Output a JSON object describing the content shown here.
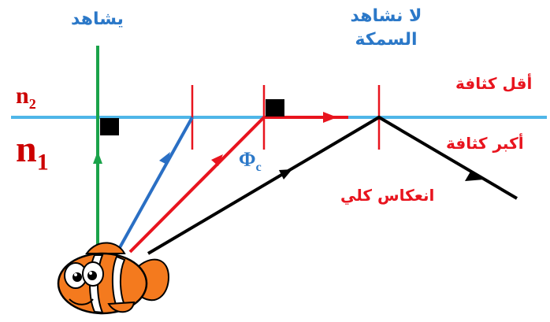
{
  "labels": {
    "observe": "يشاهد",
    "no_observe_line1": "لا نشاهد",
    "no_observe_line2": "السمكة",
    "less_dense": "أقل كثافة",
    "more_dense": "أكبر كثافة",
    "total_reflection": "انعكاس كلي",
    "n2": {
      "base": "n",
      "sub": "2"
    },
    "n1": {
      "base": "n",
      "sub": "1"
    },
    "critical_angle": {
      "base": "Φ",
      "sub": "c"
    }
  },
  "colors": {
    "interface": "#4fb6e8",
    "normal_ray": "#1aa34a",
    "blue_ray": "#2a6fc4",
    "red_ray": "#e8141e",
    "black_ray": "#000000",
    "label_blue": "#2b78c8",
    "label_red": "#e8141e",
    "n_text": "#cc0000",
    "marker": "#000000"
  },
  "icons": {
    "source": "fish-icon",
    "right_angle": "right-angle-square-icon",
    "arrow": "arrowhead-icon"
  }
}
